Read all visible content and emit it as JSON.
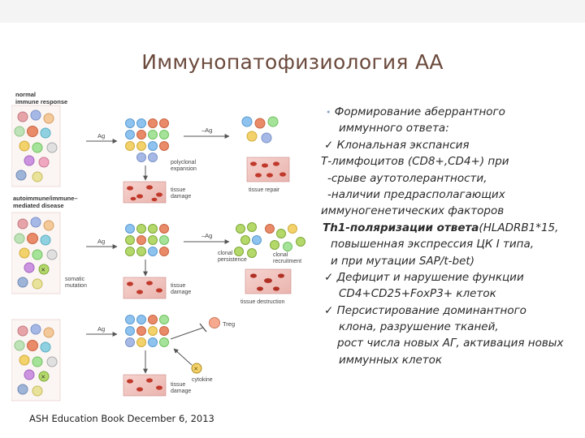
{
  "slide": {
    "title": "Иммунопатофизиология АА",
    "caption": "ASH Education Book December 6, 2013"
  },
  "figure": {
    "panel_top": {
      "label_line1": "normal",
      "label_line2": "immune response",
      "ag": "Ag",
      "minus_ag": "–Ag",
      "expansion_line1": "polyclonal",
      "expansion_line2": "expansion",
      "damage_line1": "tissue",
      "damage_line2": "damage",
      "repair": "tissue repair"
    },
    "panel_mid": {
      "label_line1": "autoimmune/immune–",
      "label_line2": "mediated disease",
      "ag": "Ag",
      "minus_ag": "–Ag",
      "persist_line1": "clonal",
      "persist_line2": "persistence",
      "recruit_line1": "clonal",
      "recruit_line2": "recruitment",
      "mutation_line1": "somatic",
      "mutation_line2": "mutation",
      "damage_line1": "tissue",
      "damage_line2": "damage",
      "destruction": "tissue destruction"
    },
    "panel_bot": {
      "ag": "Ag",
      "treg": "Treg",
      "cytokine": "cytokine",
      "damage_line1": "tissue",
      "damage_line2": "damage"
    }
  },
  "text_lines": [
    "Формирование аберрантного",
    "иммунного ответа:",
    "Клональная экспансия",
    "Т-лимфоцитов (CD8+,CD4+) при",
    "-срыве аутотолерантности,",
    "-наличии предрасполагающих",
    "иммуногенетических факторов",
    "Th1-поляризации ответа",
    "(HLADRB1*15,",
    "повышенная экспрессия ЦК I типа,",
    "и при мутации SAP/t-bet)",
    "Дефицит и нарушение функции",
    "CD4+CD25+FoxP3+ клеток",
    "Персистирование доминантного",
    "клона, разрушение тканей,",
    "рост числа новых АГ,  активация новых",
    "иммунных клеток"
  ],
  "symbols": {
    "bullet": "•",
    "check": "✓"
  }
}
